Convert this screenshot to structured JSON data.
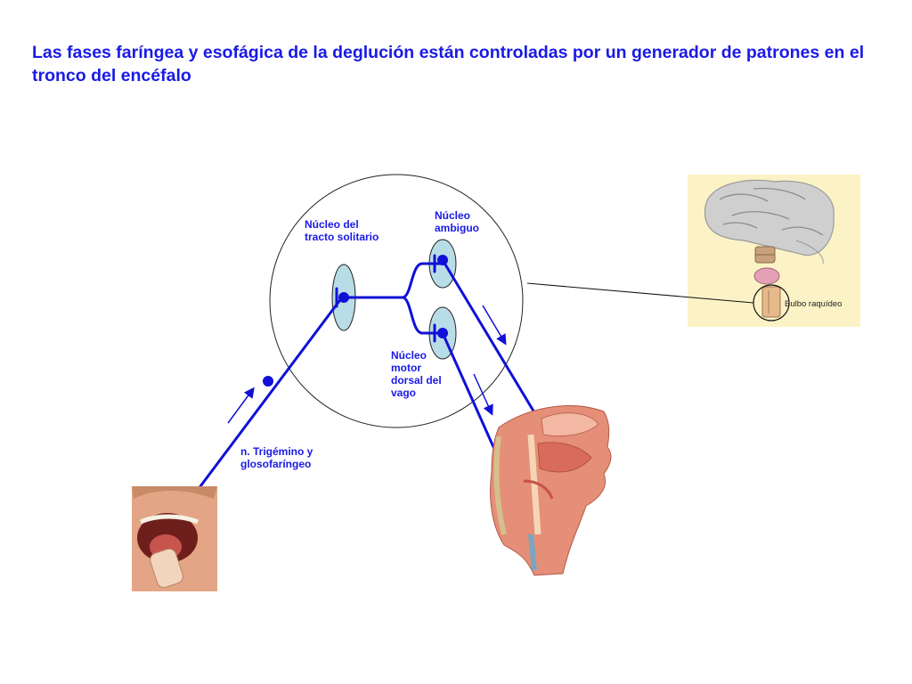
{
  "title": "Las fases faríngea y esofágica de la deglución están controladas por un generador de patrones en el tronco del encéfalo",
  "labels": {
    "nucleus_solitary": "Núcleo del\ntracto solitario",
    "nucleus_ambiguus": "Núcleo\nambiguo",
    "dorsal_vagal": "Núcleo\nmotor\ndorsal del\nvago",
    "afferent_nerves": "n. Trigémino y\nglosofaríngeo",
    "medulla": "Bulbo raquídeo"
  },
  "colors": {
    "pathway": "#1010d8",
    "nucleus_fill": "#b9dde6",
    "title": "#1a1ae6"
  }
}
